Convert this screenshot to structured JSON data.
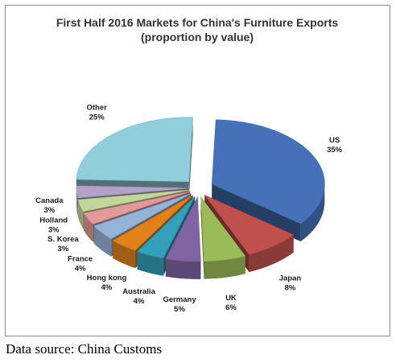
{
  "chart_data": {
    "type": "pie",
    "style": "3d-exploded",
    "title": "First Half 2016 Markets for China's Furniture Exports",
    "subtitle": "(proportion by value)",
    "slices": [
      {
        "name": "US",
        "label": "35%",
        "value": 35,
        "color": "#4471b8"
      },
      {
        "name": "Japan",
        "label": "8%",
        "value": 8,
        "color": "#c0504d"
      },
      {
        "name": "UK",
        "label": "6%",
        "value": 6,
        "color": "#9bbb59"
      },
      {
        "name": "Germany",
        "label": "5%",
        "value": 5,
        "color": "#8064a2"
      },
      {
        "name": "Australia",
        "label": "4%",
        "value": 4,
        "color": "#31a0b8"
      },
      {
        "name": "Hong kong",
        "label": "4%",
        "value": 4,
        "color": "#e0811b"
      },
      {
        "name": "France",
        "label": "4%",
        "value": 4,
        "color": "#95b3d7"
      },
      {
        "name": "S. Korea",
        "label": "3%",
        "value": 3,
        "color": "#e29a98"
      },
      {
        "name": "Holland",
        "label": "3%",
        "value": 3,
        "color": "#c2d69b"
      },
      {
        "name": "Canada",
        "label": "3%",
        "value": 3,
        "color": "#b2a2c7"
      },
      {
        "name": "Other",
        "label": "25%",
        "value": 25,
        "color": "#92cddc"
      }
    ],
    "source": "Data source: China Customs"
  }
}
